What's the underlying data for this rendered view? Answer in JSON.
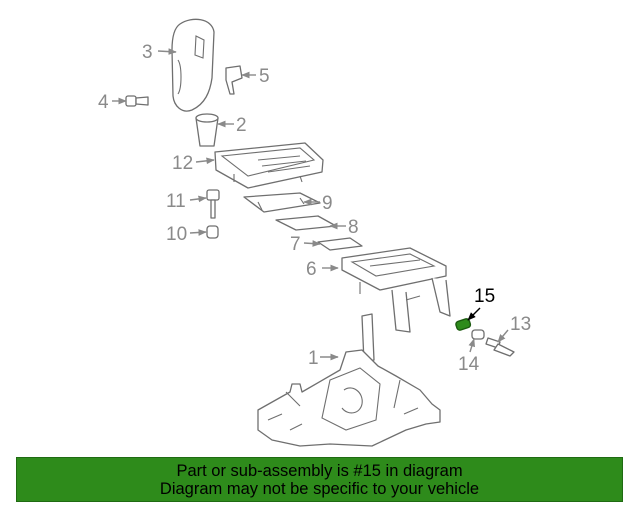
{
  "diagram": {
    "callouts": [
      "1",
      "2",
      "3",
      "4",
      "5",
      "6",
      "7",
      "8",
      "9",
      "10",
      "11",
      "12",
      "13",
      "14",
      "15"
    ],
    "highlight_callout": "15",
    "highlight_color": "#2e8b1b"
  },
  "banner": {
    "line1": "Part or sub-assembly is #15 in diagram",
    "line2": "Diagram may not be specific to your vehicle",
    "background": "#2e8b1b"
  }
}
